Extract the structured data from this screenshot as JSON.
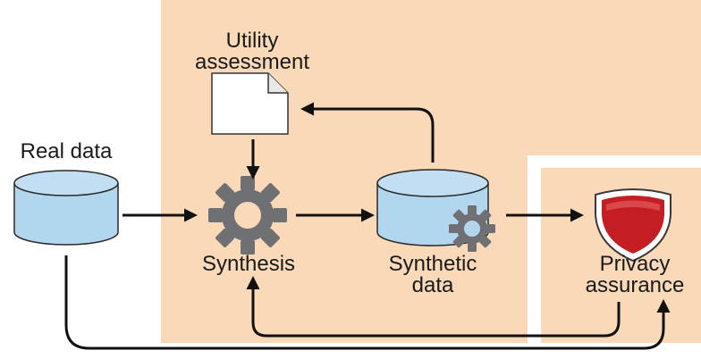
{
  "labels": {
    "real_data": "Real data",
    "utility_line1": "Utility",
    "utility_line2": "assessment",
    "synthesis": "Synthesis",
    "synthetic_line1": "Synthetic",
    "synthetic_line2": "data",
    "privacy_line1": "Privacy",
    "privacy_line2": "assurance"
  },
  "colors": {
    "region_background": "#f9d9b7",
    "database_fill": "#b3d6ef",
    "gear": "#6e7074",
    "shield": "#c41e24",
    "arrow": "#111111"
  }
}
